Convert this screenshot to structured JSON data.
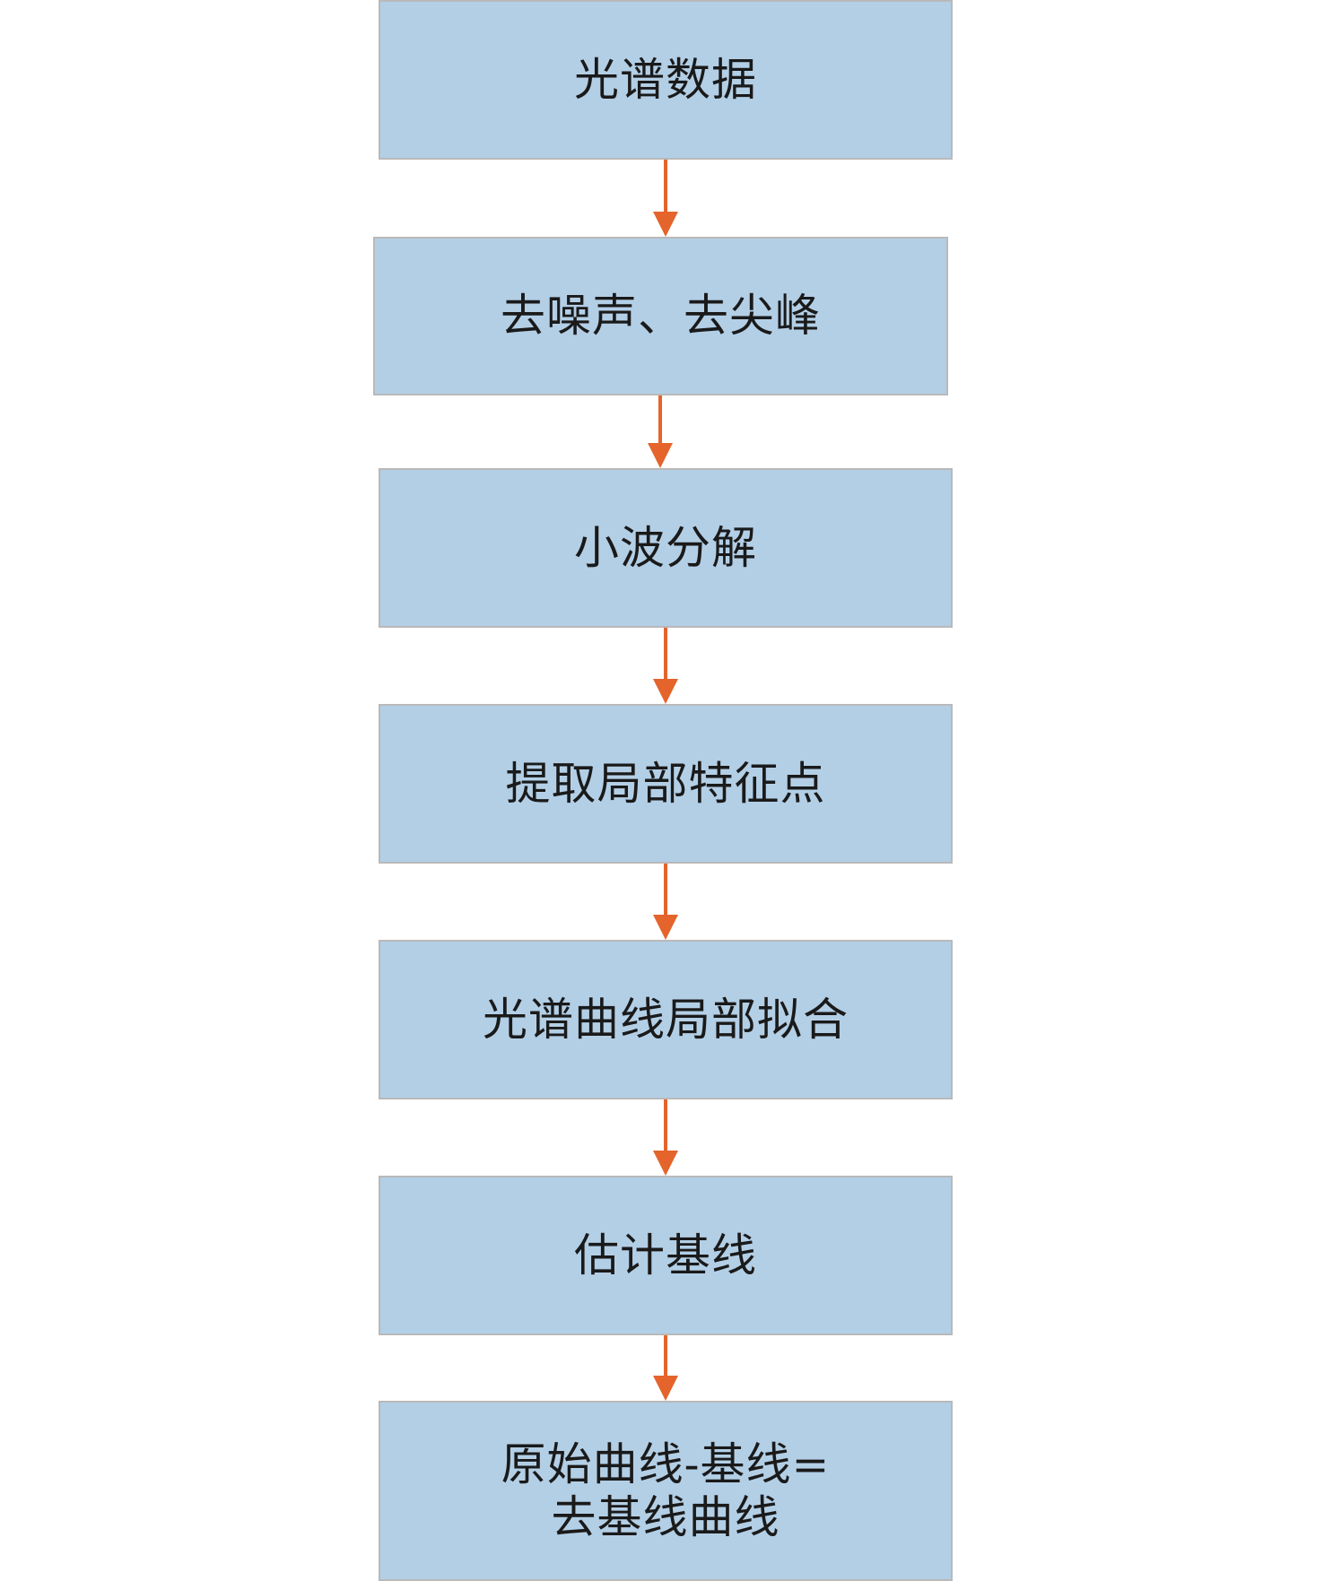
{
  "accent_color": "#e4642c",
  "box_fill": "#b3cfe6",
  "box_border": "#b9b9b9",
  "steps": [
    {
      "line1": "光谱数据"
    },
    {
      "line1": "去噪声、去尖峰"
    },
    {
      "line1": "小波分解"
    },
    {
      "line1": "提取局部特征点"
    },
    {
      "line1": "光谱曲线局部拟合"
    },
    {
      "line1": "估计基线"
    },
    {
      "line1": "原始曲线-基线=",
      "line2": "去基线曲线"
    }
  ]
}
